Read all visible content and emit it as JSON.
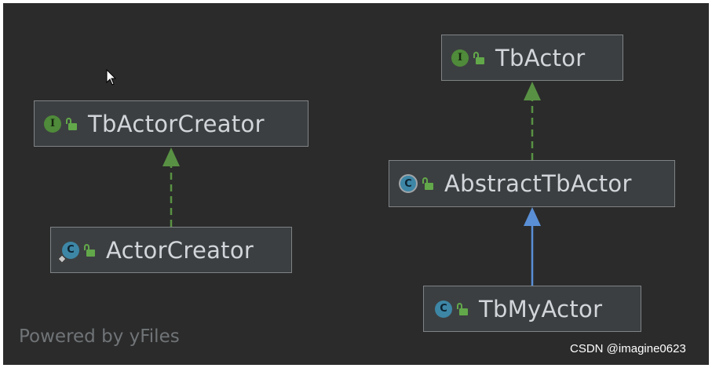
{
  "nodes": {
    "tbactor": {
      "label": "TbActor",
      "kind": "interface",
      "badge": "I"
    },
    "tbactorcreator": {
      "label": "TbActorCreator",
      "kind": "interface",
      "badge": "I"
    },
    "abstracttbactor": {
      "label": "AbstractTbActor",
      "kind": "abstract-class",
      "badge": "C"
    },
    "actorcreator": {
      "label": "ActorCreator",
      "kind": "class",
      "badge": "C"
    },
    "tbmyactor": {
      "label": "TbMyActor",
      "kind": "class",
      "badge": "C"
    }
  },
  "edges": [
    {
      "from": "actorcreator",
      "to": "tbactorcreator",
      "type": "implements"
    },
    {
      "from": "abstracttbactor",
      "to": "tbactor",
      "type": "implements"
    },
    {
      "from": "tbmyactor",
      "to": "abstracttbactor",
      "type": "extends"
    }
  ],
  "footer": {
    "powered": "Powered by yFiles"
  },
  "watermark": "CSDN @imagine0623",
  "colors": {
    "background": "#2b2b2b",
    "node_fill": "#3c3f41",
    "implements_edge": "#599144",
    "extends_edge": "#5a8fd6",
    "interface_badge": "#4f8b3a",
    "class_badge": "#3d86a6"
  }
}
